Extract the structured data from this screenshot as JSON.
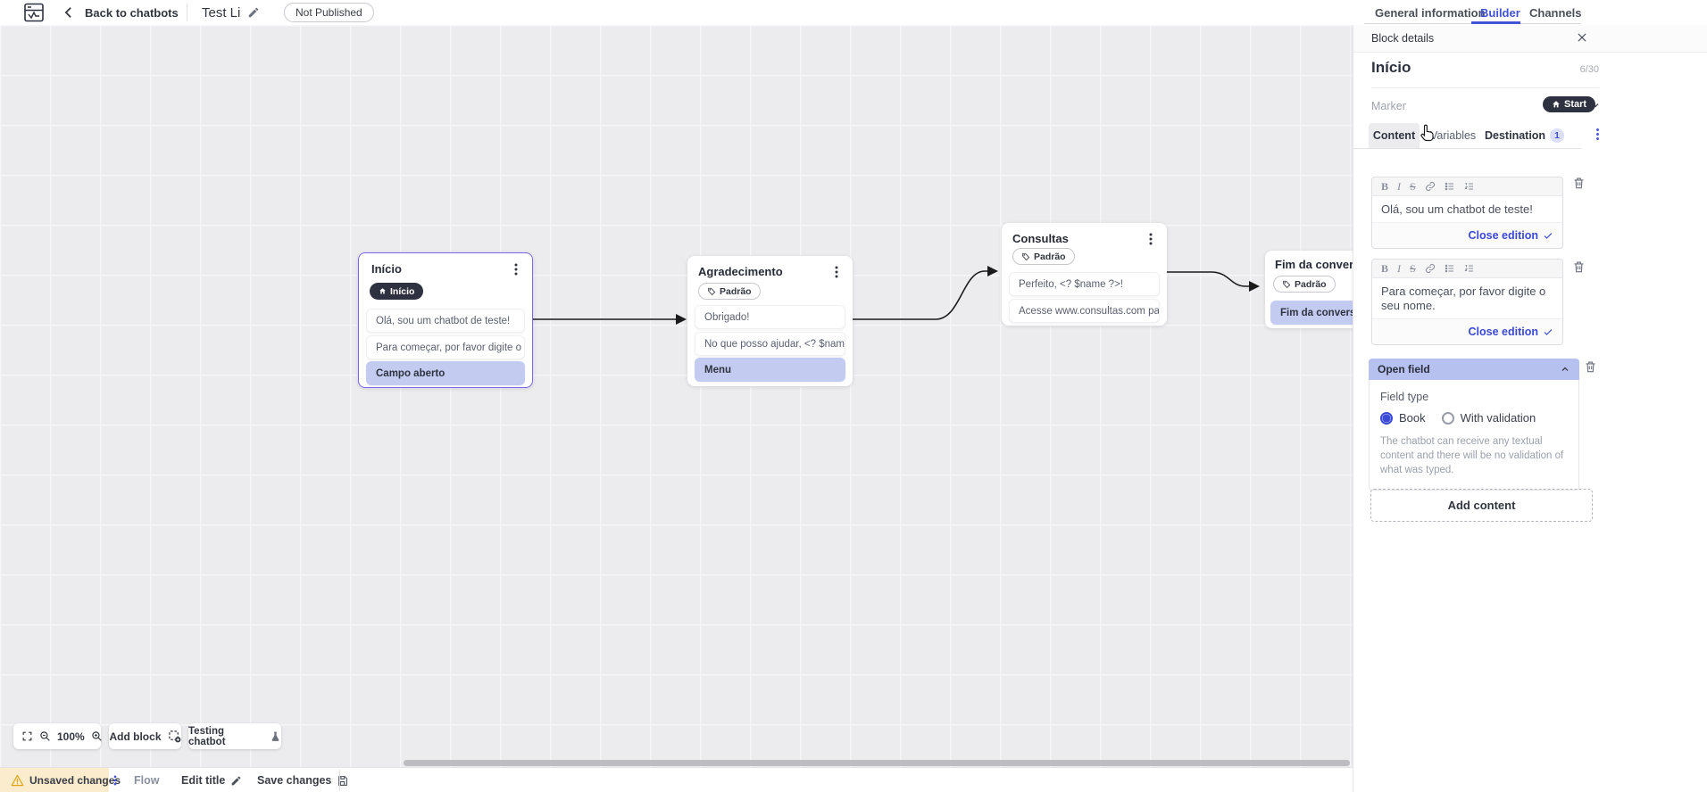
{
  "topbar": {
    "back_label": "Back to chatbots",
    "bot_title": "Test Li",
    "status_badge": "Not Published",
    "tabs": {
      "general": "General information",
      "builder": "Builder",
      "channels": "Channels"
    }
  },
  "canvas": {
    "blocks": [
      {
        "title": "Início",
        "marker": "Início",
        "rows": [
          {
            "text": "Olá, sou um chatbot de teste!"
          },
          {
            "text": "Para começar, por favor digite o ..."
          },
          {
            "text": "Campo aberto"
          }
        ]
      },
      {
        "title": "Agradecimento",
        "marker": "Padrão",
        "rows": [
          {
            "text": "Obrigado!"
          },
          {
            "text": "No que posso ajudar, <? $name ..."
          },
          {
            "text": "Menu"
          }
        ]
      },
      {
        "title": "Consultas",
        "marker": "Padrão",
        "rows": [
          {
            "text": "Perfeito, <? $name ?>!"
          },
          {
            "text": "Acesse www.consultas.com par..."
          }
        ]
      },
      {
        "title": "Fim da conversa",
        "marker": "Padrão",
        "rows": [
          {
            "text": "Fim da conversa"
          }
        ]
      }
    ],
    "toolbar": {
      "zoom_level": "100%",
      "add_block": "Add block",
      "testing": "Testing chatbot"
    }
  },
  "statusbar": {
    "unsaved": "Unsaved changes",
    "flow": "Flow",
    "edit_title": "Edit title",
    "save": "Save changes"
  },
  "panel": {
    "header": "Block details",
    "block_title": "Início",
    "char_counter": "6/30",
    "marker_label": "Marker",
    "marker_value": "Start",
    "tabs": {
      "content": "Content",
      "variables": "Variables",
      "destination": "Destination",
      "destination_count": "1"
    },
    "editors": [
      {
        "text": "Olá, sou um chatbot de teste!",
        "close_label": "Close edition"
      },
      {
        "text": "Para começar, por favor digite o seu nome.",
        "close_label": "Close edition"
      }
    ],
    "open_field": {
      "title": "Open field",
      "field_type_label": "Field type",
      "options": [
        {
          "label": "Book",
          "selected": true
        },
        {
          "label": "With validation",
          "selected": false
        }
      ],
      "description": "The chatbot can receive any textual content and there will be no validation of what was typed."
    },
    "add_content_label": "Add content"
  },
  "colors": {
    "accent_blue": "#4353d8",
    "dark_pill": "#2e3240",
    "accent_lavender": "#c3cbf1",
    "selected_border": "#7a66f0",
    "warning_bg": "#faeccc"
  }
}
